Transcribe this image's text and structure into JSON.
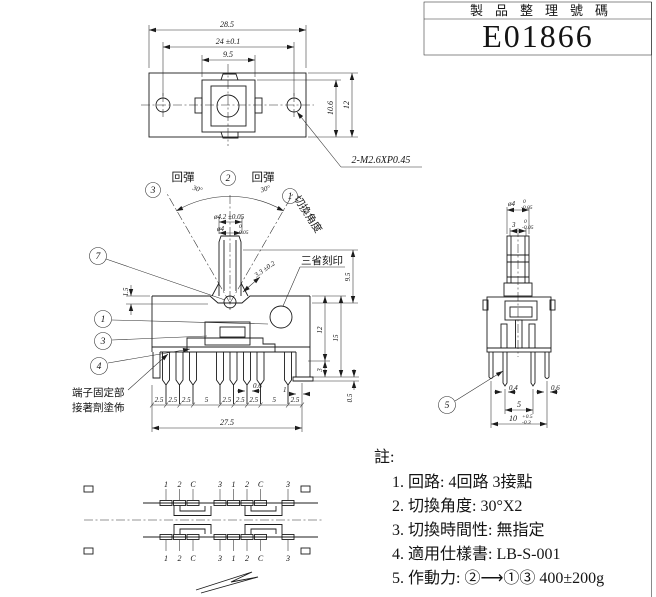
{
  "title_block": {
    "label": "製品整理號碼",
    "code": "E01866"
  },
  "top_view": {
    "dim_width": "28.5",
    "dim_mount": "24 ±0.1",
    "dim_knob": "9.5",
    "dim_h1": "10.6",
    "dim_h2": "12",
    "thread_note": "2-M2.6XP0.45"
  },
  "front_view": {
    "rebound_left": "回彈",
    "rebound_right": "回彈",
    "angle_left": "30°",
    "angle_right": "30°",
    "callout_1_top": "1",
    "callout_2": "2",
    "callout_3_top": "3",
    "callout_7": "7",
    "callout_1": "1",
    "callout_3": "3",
    "callout_4": "4",
    "switch_angle_label": "切換角度",
    "dim_shaft_dia_tol": "ø4.2 ±0.05",
    "dim_shaft_dia": "ø4",
    "shaft_tol_upper": "0",
    "shaft_tol_lower": "-0.05",
    "dim_slider": "3.3 ±0.2",
    "engrave_label": "三省刻印",
    "dim_9_5": "9.5",
    "dim_1_5": "1.5",
    "dim_12": "12",
    "dim_15": "15",
    "dim_3": "3",
    "dim_0_5": "0.5",
    "dim_0_6": "0.6",
    "dim_1": "1",
    "pitch_labels": [
      "2.5",
      "2.5",
      "2.5",
      "5",
      "2.5",
      "2.5",
      "2.5",
      "5",
      "2.5"
    ],
    "dim_total": "27.5",
    "terminal_note_line1": "端子固定部",
    "terminal_note_line2": "接著劑塗佈"
  },
  "side_view": {
    "dim_dia": "ø4",
    "dia_tol_upper": "0",
    "dia_tol_lower": "-0.05",
    "dim_3": "3",
    "d3_tol_upper": "0",
    "d3_tol_lower": "-0.05",
    "dim_0_4": "0.4",
    "dim_0_6": "0.6",
    "dim_5": "5",
    "dim_10": "10",
    "d10_tol_upper": "+0.5",
    "d10_tol_lower": "-0.3",
    "callout_5": "5"
  },
  "schematic": {
    "top_labels": [
      "1",
      "2",
      "C",
      "3",
      "1",
      "2",
      "C",
      "3"
    ],
    "bottom_labels": [
      "1",
      "2",
      "C",
      "3",
      "1",
      "2",
      "C",
      "3"
    ]
  },
  "notes": {
    "header": "註:",
    "items": [
      "1. 回路: 4回路 3接點",
      "2. 切換角度: 30°X2",
      "3. 切換時間性: 無指定",
      "4. 適用仕樣書: LB-S-001",
      "5. 作動力: ②⟶①③ 400±200g"
    ]
  }
}
